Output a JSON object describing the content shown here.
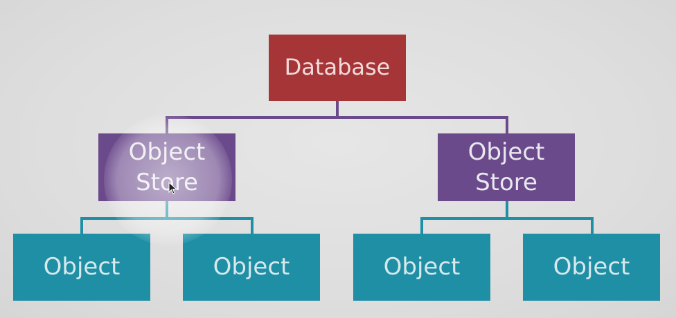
{
  "diagram": {
    "root": {
      "label": "Database"
    },
    "stores": [
      {
        "line1": "Object",
        "line2": "Store"
      },
      {
        "line1": "Object",
        "line2": "Store"
      }
    ],
    "objects": [
      {
        "label": "Object"
      },
      {
        "label": "Object"
      },
      {
        "label": "Object"
      },
      {
        "label": "Object"
      }
    ]
  },
  "colors": {
    "database": "#a63538",
    "store": "#6b4a8c",
    "object": "#1e8fa5",
    "background": "#e0e0e0"
  },
  "icons": {
    "pointer": "mouse-pointer-icon"
  }
}
